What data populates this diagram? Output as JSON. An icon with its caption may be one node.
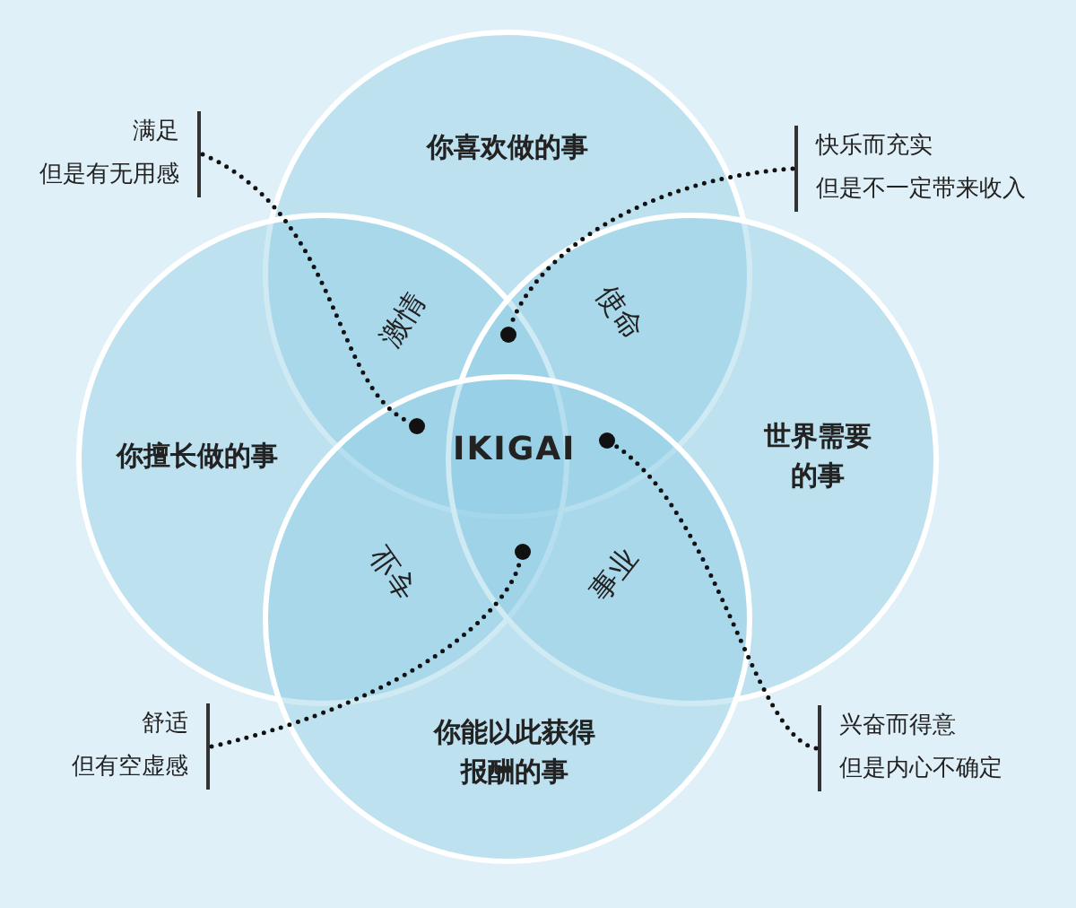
{
  "diagram": {
    "nodes": [
      {
        "text": [
          "你喜欢做的事"
        ]
      },
      {
        "text": [
          "满足",
          "但是有无用感"
        ]
      },
      {
        "text": [
          "快乐而充实",
          "但是不一定带来收入"
        ]
      },
      {
        "text": [
          "激情"
        ]
      },
      {
        "text": [
          "使命"
        ]
      },
      {
        "text": [
          "你擅长做的事"
        ]
      },
      {
        "text": [
          "IKIGAI"
        ]
      },
      {
        "text": [
          "世界需要的事"
        ]
      },
      {
        "text": [
          "专业"
        ]
      },
      {
        "text": [
          "事业"
        ]
      },
      {
        "text": [
          "舒适",
          "但有空虚感"
        ]
      },
      {
        "text": [
          "你能以此获得报酬的事"
        ]
      },
      {
        "text": [
          "兴奋而得意",
          "但是内心不确定"
        ]
      },
      {
        "text": [],
        "shape": "circle"
      },
      {
        "text": [],
        "shape": "circle"
      },
      {
        "text": [],
        "shape": "circle"
      },
      {
        "text": [],
        "shape": "circle"
      }
    ],
    "edges": [
      {
        "from": 1,
        "to": 14,
        "arrow": "none"
      },
      {
        "from": 2,
        "to": 13,
        "arrow": "none"
      },
      {
        "from": 10,
        "to": 16,
        "arrow": "none"
      },
      {
        "from": 12,
        "to": 15,
        "arrow": "none"
      }
    ]
  }
}
